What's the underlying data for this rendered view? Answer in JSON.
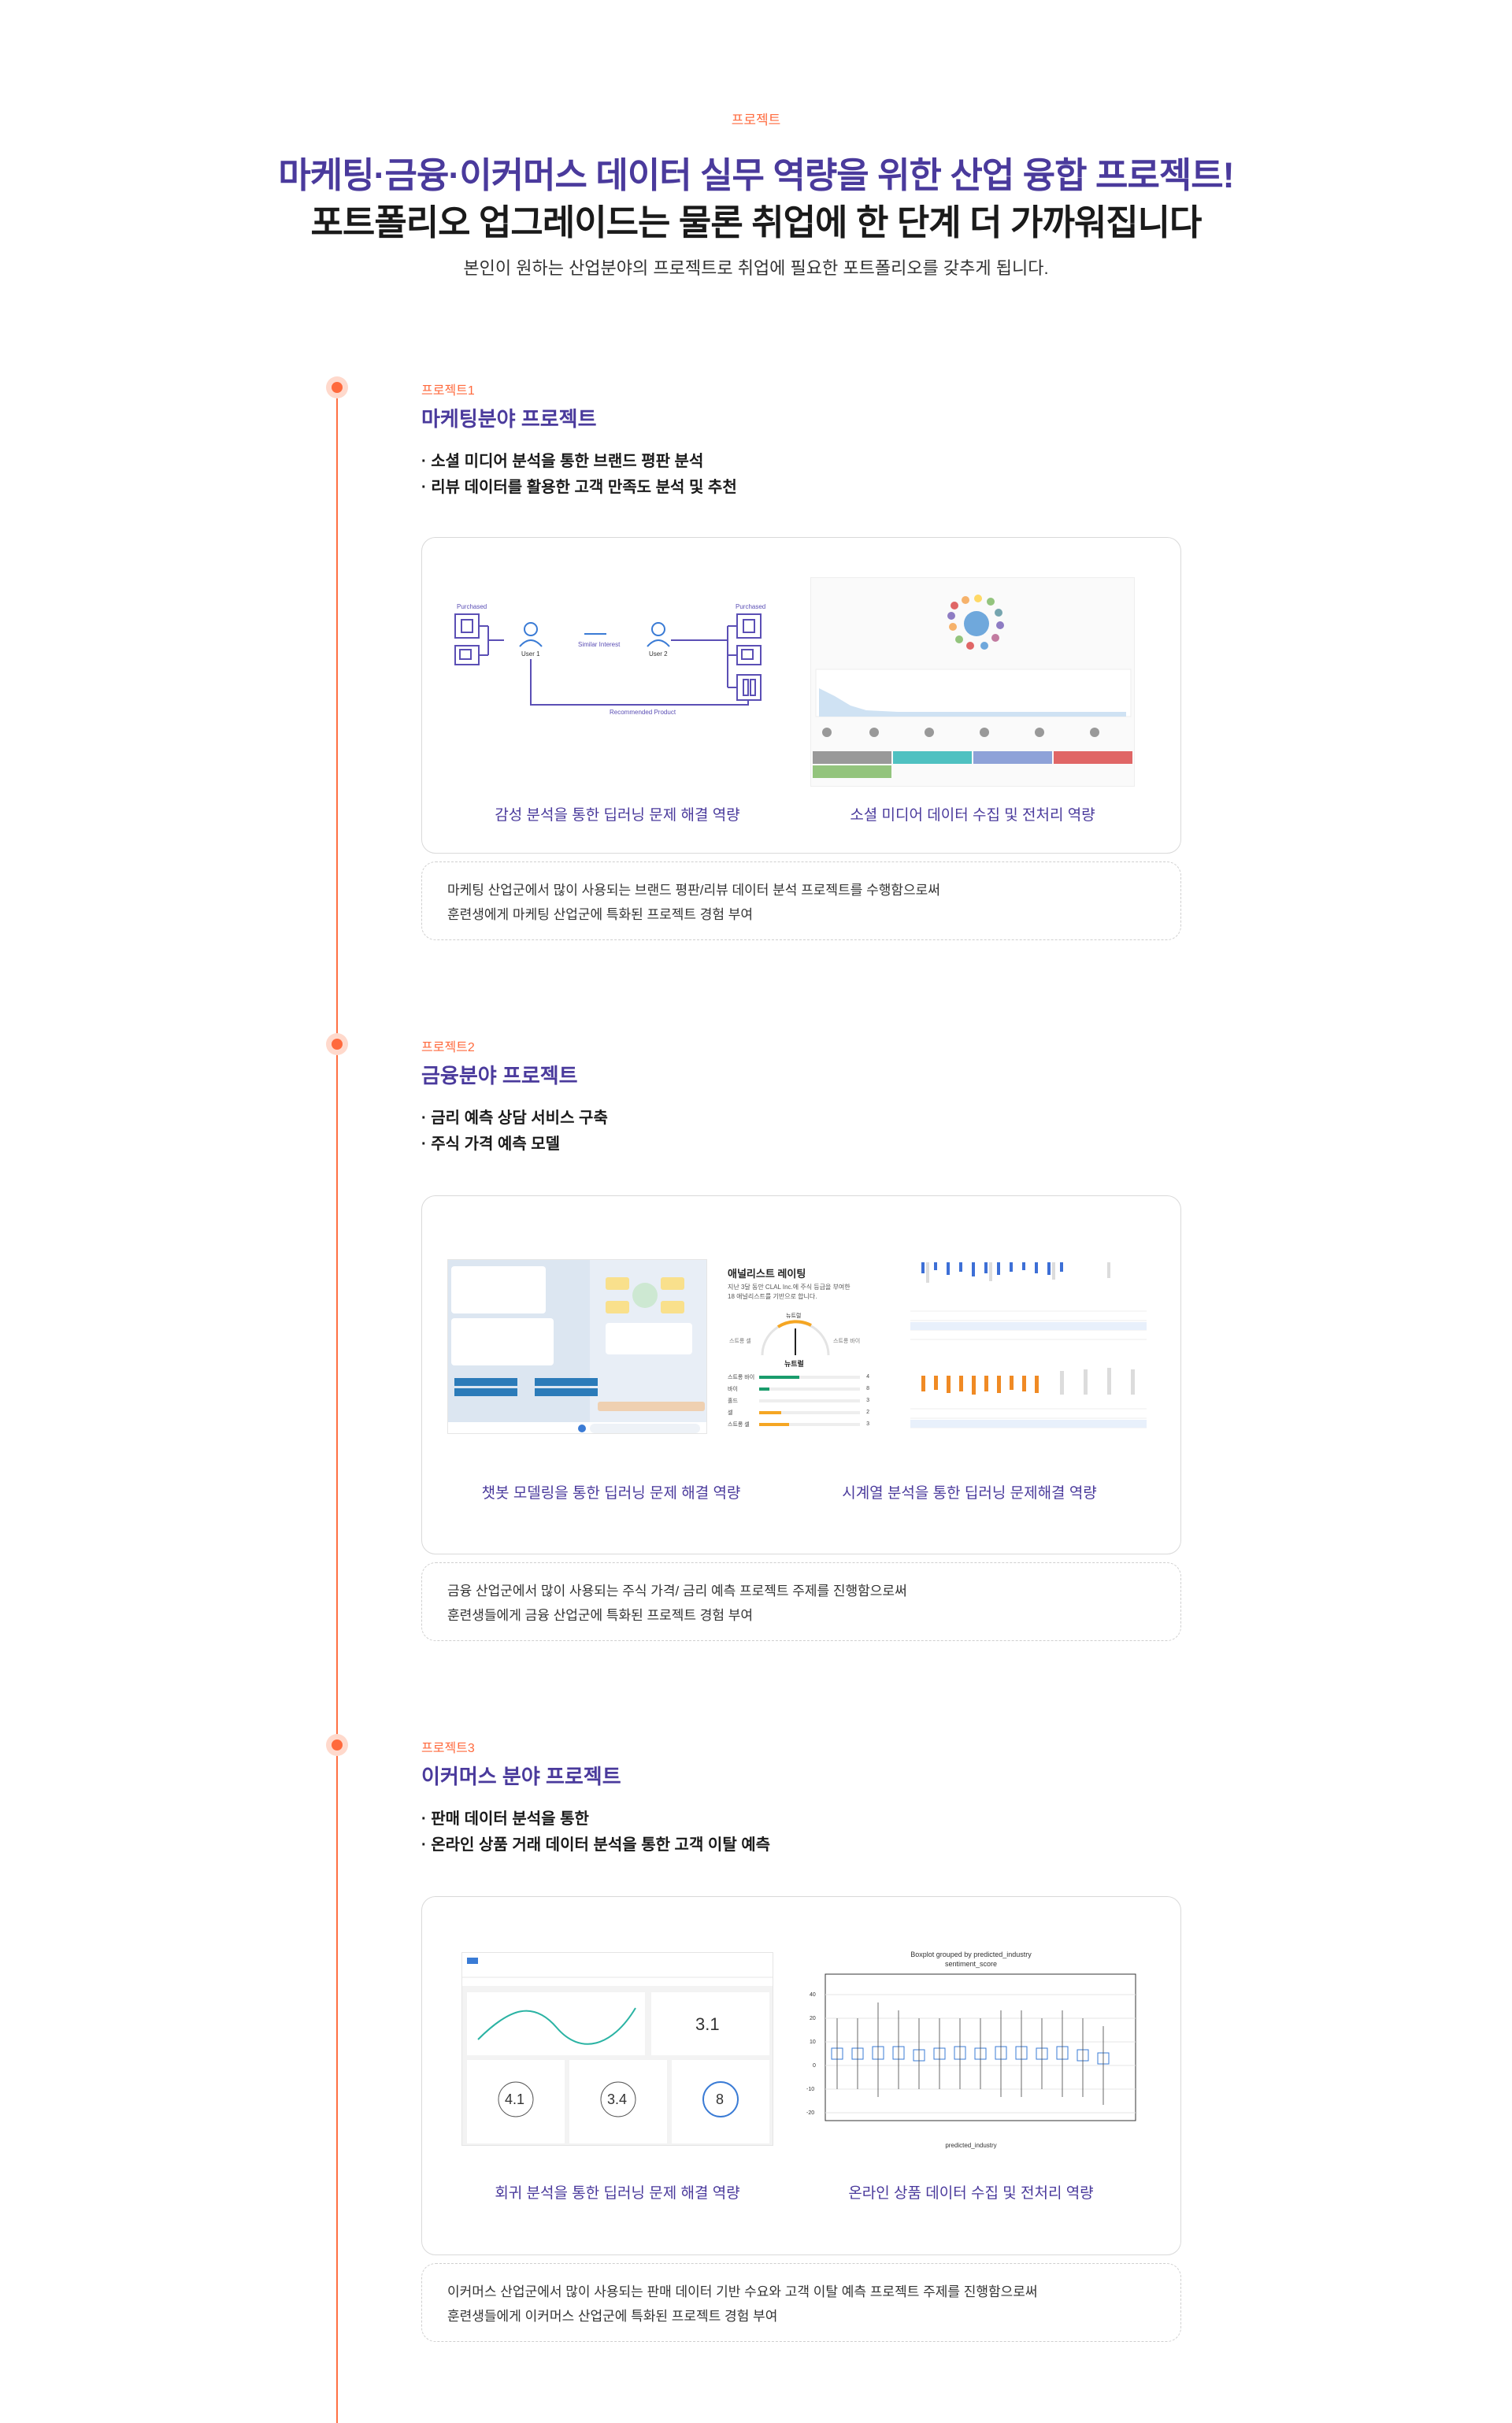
{
  "header": {
    "eyebrow": "프로젝트",
    "title_line1": "마케팅·금융·이커머스 데이터 실무 역량을 위한 산업 융합 프로젝트!",
    "title_line2": "포트폴리오 업그레이드는 물론 취업에 한 단계 더 가까워집니다",
    "subtitle": "본인이 원하는 산업분야의 프로젝트로 취업에 필요한 포트폴리오를 갖추게 됩니다."
  },
  "colors": {
    "accent": "#ff6a3d",
    "brand": "#4a3a9c"
  },
  "projects": [
    {
      "tag": "프로젝트1",
      "title": "마케팅분야 프로젝트",
      "points": [
        "· 소셜 미디어 분석을 통한 브랜드 평판 분석",
        "· 리뷰 데이터를 활용한 고객 만족도 분석 및 추천"
      ],
      "caption_left": "감성 분석을 통한 딥러닝 문제 해결 역량",
      "caption_right": "소셜 미디어 데이터 수집 및 전처리 역량",
      "diagram": {
        "purchased_left": "Purchased",
        "purchased_right": "Purchased",
        "user1": "User 1",
        "user2": "User 2",
        "similar": "Similar Interest",
        "recommended": "Recommended Product"
      },
      "note_line1": "마케팅 산업군에서 많이 사용되는 브랜드 평판/리뷰 데이터 분석 프로젝트를 수행함으로써",
      "note_line2": "훈련생에게 마케팅 산업군에 특화된 프로젝트 경험 부여"
    },
    {
      "tag": "프로젝트2",
      "title": "금융분야 프로젝트",
      "points": [
        "· 금리 예측 상담 서비스 구축",
        "· 주식 가격 예측 모델"
      ],
      "caption_left": "챗봇 모델링을 통한 딥러닝 문제 해결 역량",
      "caption_right": "시계열 분석을 통한 딥러닝 문제해결 역량",
      "analyst": {
        "title": "애널리스트 레이팅",
        "desc1": "지난 3달 동안 CLAL Inc.에 주식 등급을 부여한",
        "desc2": "18 애널리스트를 기반으로 합니다.",
        "gauge_top": "뉴트럴",
        "gauge_label": "뉴트럴",
        "left": "스트롱 셀",
        "right": "스트롱 바이",
        "rows": [
          "스트롱 바이",
          "바이",
          "홀드",
          "셀",
          "스트롱 셀"
        ],
        "values": [
          "4",
          "8",
          "3",
          "2",
          "3"
        ]
      },
      "note_line1": "금융 산업군에서 많이 사용되는 주식 가격/ 금리 예측 프로젝트 주제를 진행함으로써",
      "note_line2": "훈련생들에게 금융 산업군에 특화된 프로젝트 경험 부여"
    },
    {
      "tag": "프로젝트3",
      "title": "이커머스 분야 프로젝트",
      "points": [
        "· 판매 데이터 분석을 통한",
        "· 온라인 상품 거래 데이터 분석을 통한 고객 이탈 예측"
      ],
      "caption_left": "회귀 분석을 통한 딥러닝 문제 해결 역량",
      "caption_right": "온라인 상품 데이터 수집 및 전처리 역량",
      "dashboard": {
        "kpi_main": "3.1",
        "gauges": [
          "4.1",
          "3.4",
          "8"
        ]
      },
      "boxplot": {
        "title": "Boxplot grouped by predicted_industry",
        "subtitle": "sentiment_score",
        "xlabel": "predicted_industry"
      },
      "note_line1": "이커머스 산업군에서 많이 사용되는 판매 데이터 기반 수요와 고객 이탈 예측 프로젝트 주제를 진행함으로써",
      "note_line2": "훈련생들에게 이커머스 산업군에 특화된 프로젝트 경험 부여"
    }
  ]
}
